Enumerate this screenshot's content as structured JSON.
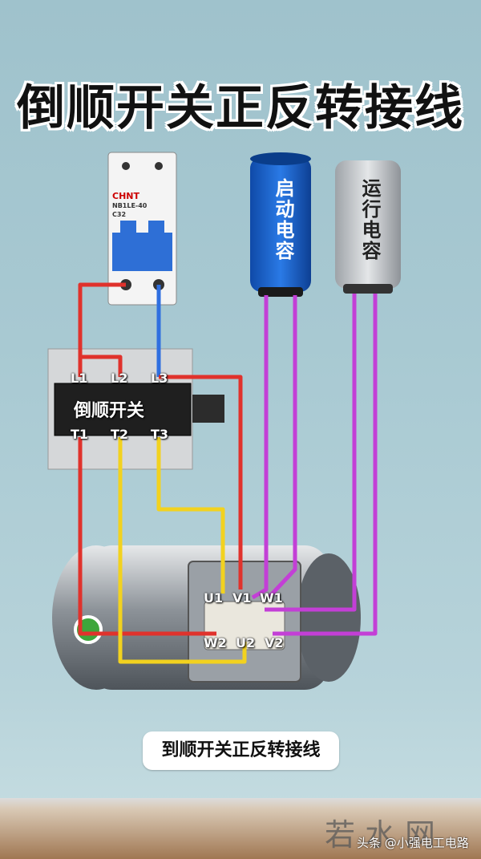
{
  "title": "倒顺开关正反转接线",
  "caption": "到顺开关正反转接线",
  "breaker": {
    "brand": "CHNT",
    "model": "NB1LE-40",
    "rating": "C32"
  },
  "capacitors": {
    "start": {
      "label": "启动电容",
      "color": "#1a63c6"
    },
    "run": {
      "label": "运行电容",
      "color": "#b8bcc0"
    }
  },
  "switch": {
    "label": "倒顺开关",
    "top_terminals": [
      "L1",
      "L2",
      "L3"
    ],
    "bottom_terminals": [
      "T1",
      "T2",
      "T3"
    ]
  },
  "motor": {
    "top_terminals": [
      "U1",
      "V1",
      "W1"
    ],
    "bottom_terminals": [
      "W2",
      "U2",
      "V2"
    ]
  },
  "wire_colors": {
    "red": "#e0322c",
    "blue": "#2f6fe0",
    "yellow": "#f2d21f",
    "purple": "#c33fd6"
  },
  "watermark": "若水网",
  "credit": "头条 @小强电工电路"
}
